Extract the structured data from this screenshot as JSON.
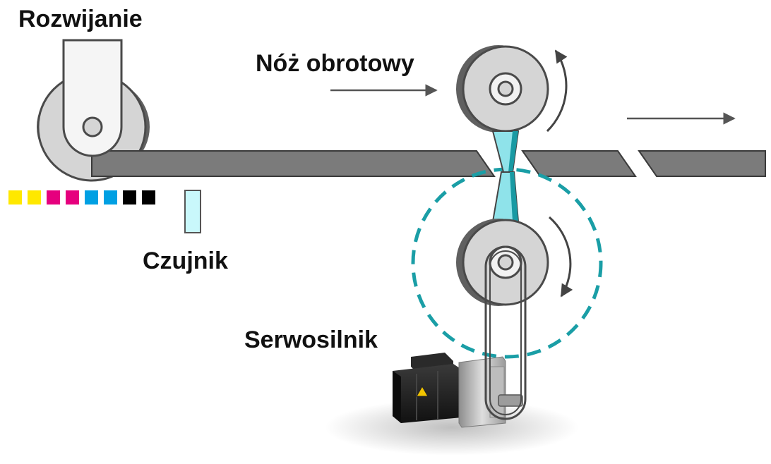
{
  "labels": {
    "unwind": "Rozwijanie",
    "rotary_knife": "Nóż obrotowy",
    "sensor": "Czujnik",
    "servo_motor": "Serwosilnik"
  },
  "colors": {
    "web": "#7b7b7b",
    "roller_face": "#d5d5d5",
    "roller_side": "#606060",
    "blade_light": "#8fe3ea",
    "blade_dark": "#199aa3",
    "dashed_circle": "#1a9ea6",
    "arrow": "#555555",
    "sensor": "#c9f8fb",
    "motor_body": "#222222",
    "motor_flange": "#b8b8b8"
  },
  "registration_marks": [
    {
      "color_name": "yellow",
      "color": "#ffe800"
    },
    {
      "color_name": "yellow",
      "color": "#ffe800"
    },
    {
      "color_name": "magenta",
      "color": "#e6007e"
    },
    {
      "color_name": "magenta",
      "color": "#e6007e"
    },
    {
      "color_name": "cyan",
      "color": "#00a0e3"
    },
    {
      "color_name": "cyan",
      "color": "#00a0e3"
    },
    {
      "color_name": "black",
      "color": "#000000"
    },
    {
      "color_name": "black",
      "color": "#000000"
    }
  ],
  "icons": {
    "motor": "servo-motor-icon",
    "warning": "warning-triangle-icon"
  }
}
